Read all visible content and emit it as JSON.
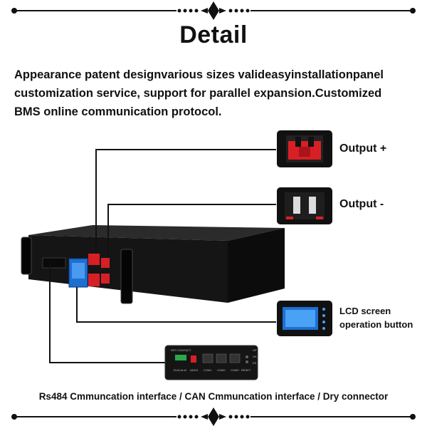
{
  "heading": {
    "title": "Detail"
  },
  "description": {
    "lines": [
      "Appearance patent designvarious sizes valideasyinstallationpanel",
      "customization service, support for parallel expansion.Customized",
      "BMS online communication protocol."
    ]
  },
  "callouts": {
    "output_pos": "Output +",
    "output_neg": "Output -",
    "lcd_line1": "LCD screen",
    "lcd_line2": "operation button"
  },
  "panel_labels": {
    "dry_contact": "DRY CONTACT",
    "run_alm": "RUN ALM",
    "adds": "ADDS",
    "com1": "COM1",
    "com2": "COM2",
    "com3": "COM3",
    "reset": "RESET",
    "up": "UP",
    "ok": "OK",
    "es": "ES"
  },
  "caption": "Rs484 Cmmuncation interface / CAN Cmmuncation interface / Dry connector",
  "colors": {
    "accent_red": "#d81f26",
    "lcd_blue": "#1f6fd1",
    "ink": "#111111"
  },
  "icons": [
    "ornament-top",
    "ornament-bottom",
    "battery-unit",
    "connector-red",
    "lcd-screen",
    "comm-panel"
  ]
}
